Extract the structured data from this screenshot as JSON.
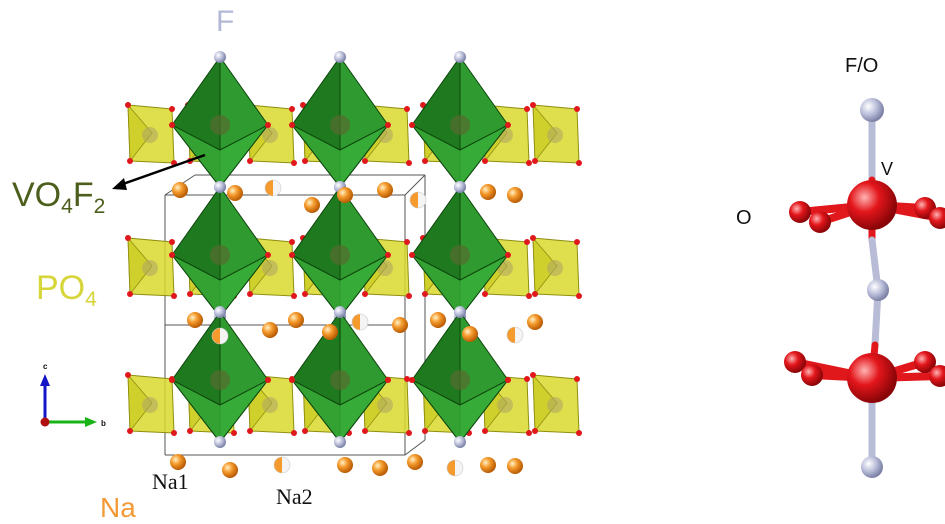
{
  "labels": {
    "F": "F",
    "vo_main": "VO",
    "vo_sub4": "4",
    "vo_F": "F",
    "vo_sub2": "2",
    "po_main": "PO",
    "po_sub4": "4",
    "Na": "Na",
    "Na1": "Na1",
    "Na2": "Na2",
    "FO": "F/O",
    "V": "V",
    "O": "O",
    "axis_c": "c",
    "axis_b": "b"
  },
  "colors": {
    "octahedron": "#2f9a2f",
    "tetrahedron": "#d9d92e",
    "fluorine_atom": "#b3b8d6",
    "sodium_atom": "#f08a1c",
    "oxygen_atom": "#e0181c",
    "vanadium_atom": "#e0181c"
  }
}
